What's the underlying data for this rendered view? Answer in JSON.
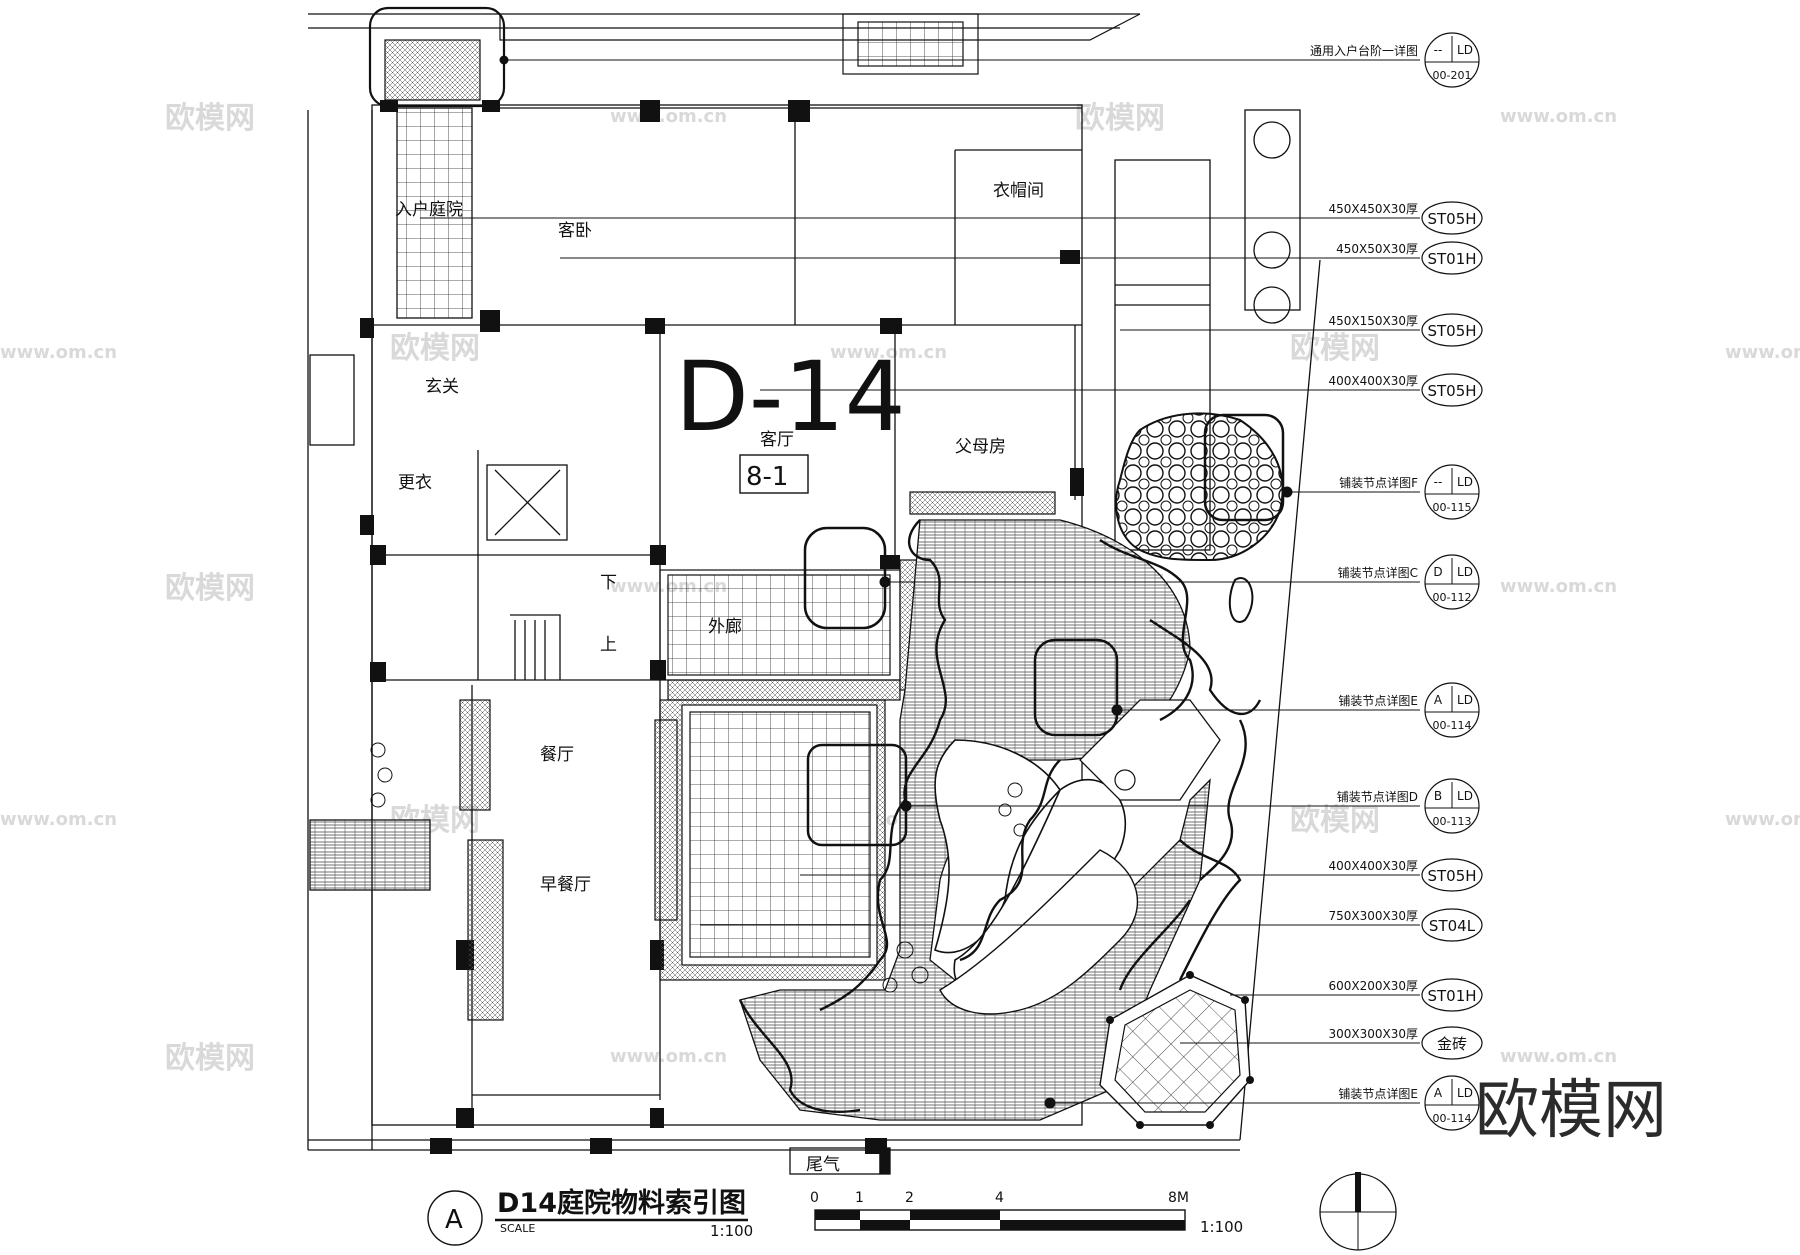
{
  "drawing": {
    "big_label": "D-14",
    "room_tag": "8-1",
    "title": "D14庭院物料索引图",
    "scale_word": "SCALE",
    "scale_value": "1:100",
    "circle_letter": "A",
    "scale_bar": {
      "ticks": [
        "0",
        "1",
        "2",
        "4",
        "8M"
      ],
      "ratio": "1:100"
    }
  },
  "rooms": {
    "entry_court": "入户庭院",
    "guest_bed": "客卧",
    "cloak": "衣帽间",
    "foyer": "玄关",
    "living": "客厅",
    "parents": "父母房",
    "change": "更衣",
    "down": "下",
    "up": "上",
    "corridor": "外廊",
    "dining": "餐厅",
    "breakfast": "早餐厅",
    "exhaust": "尾气"
  },
  "annotations": [
    {
      "text": "通用入户台阶一详图",
      "type": "detail",
      "top": "--",
      "right": "LD",
      "bottom": "00-201"
    },
    {
      "text": "450X450X30厚",
      "type": "material",
      "code": "ST05H"
    },
    {
      "text": "450X50X30厚",
      "type": "material",
      "code": "ST01H"
    },
    {
      "text": "450X150X30厚",
      "type": "material",
      "code": "ST05H"
    },
    {
      "text": "400X400X30厚",
      "type": "material",
      "code": "ST05H"
    },
    {
      "text": "铺装节点详图F",
      "type": "detail",
      "top": "--",
      "right": "LD",
      "bottom": "00-115"
    },
    {
      "text": "铺装节点详图C",
      "type": "detail",
      "top": "D",
      "right": "LD",
      "bottom": "00-112"
    },
    {
      "text": "铺装节点详图E",
      "type": "detail",
      "top": "A",
      "right": "LD",
      "bottom": "00-114"
    },
    {
      "text": "铺装节点详图D",
      "type": "detail",
      "top": "B",
      "right": "LD",
      "bottom": "00-113"
    },
    {
      "text": "400X400X30厚",
      "type": "material",
      "code": "ST05H"
    },
    {
      "text": "750X300X30厚",
      "type": "material",
      "code": "ST04L"
    },
    {
      "text": "600X200X30厚",
      "type": "material",
      "code": "ST01H"
    },
    {
      "text": "300X300X30厚",
      "type": "material",
      "code": "金砖"
    },
    {
      "text": "铺装节点详图E",
      "type": "detail",
      "top": "A",
      "right": "LD",
      "bottom": "00-114"
    }
  ],
  "watermark": {
    "brand": "欧模网",
    "url": "www.om.cn"
  }
}
